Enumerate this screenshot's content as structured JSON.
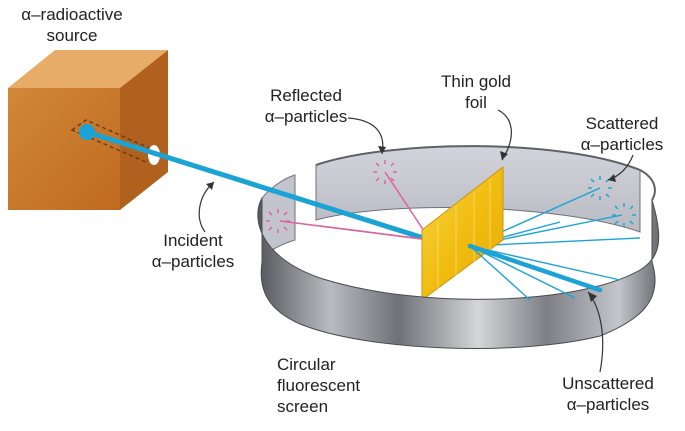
{
  "labels": {
    "source_line1": "α–radioactive",
    "source_line2": "source",
    "reflected_line1": "Reflected",
    "reflected_line2": "α–particles",
    "foil_line1": "Thin gold",
    "foil_line2": "foil",
    "scattered_line1": "Scattered",
    "scattered_line2": "α–particles",
    "incident_line1": "Incident",
    "incident_line2": "α–particles",
    "screen_line1": "Circular",
    "screen_line2": "fluorescent",
    "screen_line3": "screen",
    "unscattered_line1": "Unscattered",
    "unscattered_line2": "α–particles"
  },
  "colors": {
    "beam": "#1ba3d6",
    "reflected_track": "#e0609a",
    "source_box": "#c8772c",
    "gold_foil": "#f2c21a",
    "screen_outer": "#8e9096",
    "screen_inner": "#c9cad2"
  }
}
